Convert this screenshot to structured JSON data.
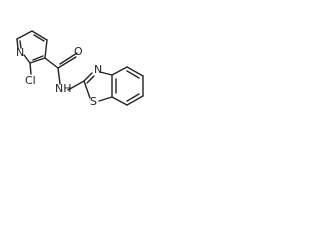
{
  "molecule": {
    "atoms": {
      "pyridine_n": "N",
      "chlorine": "Cl",
      "carbonyl_o": "O",
      "amide_nh": "NH",
      "thiazole_n": "N",
      "thiazole_s": "S"
    }
  }
}
